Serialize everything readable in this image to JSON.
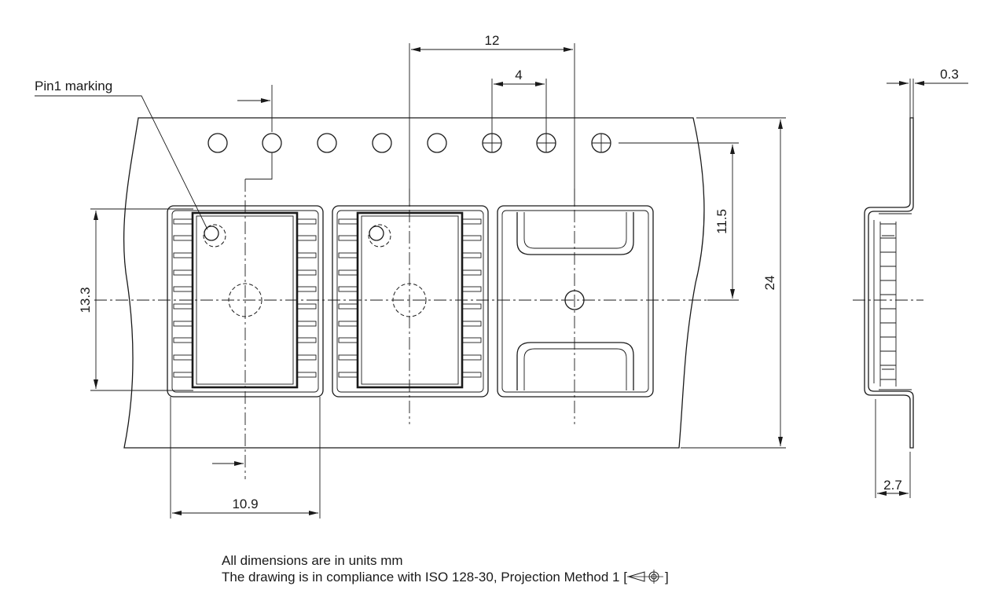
{
  "labels": {
    "pin1": "Pin1 marking"
  },
  "dimensions": {
    "pitch": "12",
    "hole_pitch": "4",
    "thickness": "0.3",
    "hole_to_center": "11.5",
    "tape_width": "24",
    "cavity_length": "13.3",
    "cavity_width": "10.9",
    "cavity_depth": "2.7"
  },
  "notes": {
    "units": "All dimensions are in units mm",
    "iso": "The drawing is in compliance with ISO 128-30, Projection Method 1 [",
    "iso_close": "]"
  },
  "icons": {
    "projection_symbol": "first-angle-projection-icon"
  }
}
